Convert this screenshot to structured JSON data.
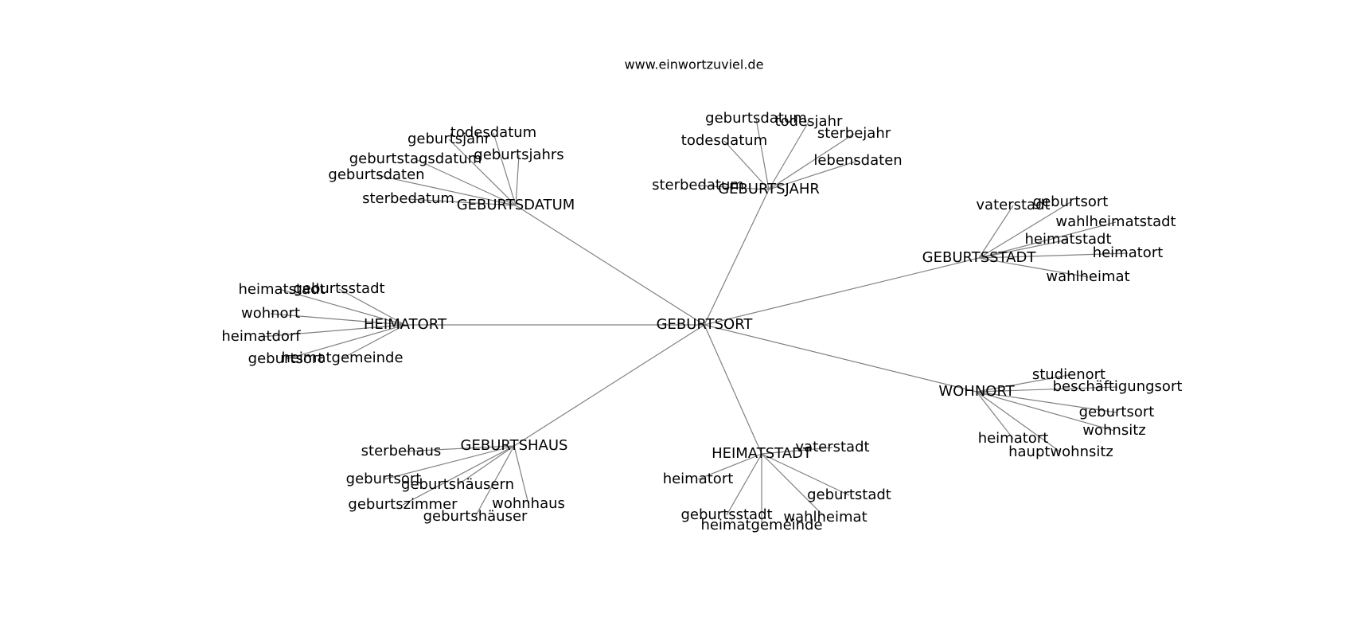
{
  "source": "www.einwortzuviel.de",
  "root": "GEBURTSORT",
  "groups": [
    {
      "name": "GEBURTSDATUM",
      "children": [
        "todesdatum",
        "geburtsjahr",
        "geburtsjahrs",
        "geburtstagsdatum",
        "geburtsdaten",
        "sterbedatum"
      ]
    },
    {
      "name": "GEBURTSJAHR",
      "children": [
        "geburtsdatum",
        "todesjahr",
        "sterbejahr",
        "todesdatum",
        "lebensdaten",
        "sterbedatum"
      ]
    },
    {
      "name": "GEBURTSSTADT",
      "children": [
        "vaterstadt",
        "geburtsort",
        "wahlheimatstadt",
        "heimatstadt",
        "heimatort",
        "wahlheimat"
      ]
    },
    {
      "name": "HEIMATORT",
      "children": [
        "heimatstadt",
        "geburtsstadt",
        "wohnort",
        "heimatdorf",
        "geburtsort",
        "heimatgemeinde"
      ]
    },
    {
      "name": "WOHNORT",
      "children": [
        "studienort",
        "beschäftigungsort",
        "geburtsort",
        "wohnsitz",
        "heimatort",
        "hauptwohnsitz"
      ]
    },
    {
      "name": "GEBURTSHAUS",
      "children": [
        "sterbehaus",
        "geburtsort",
        "geburtshäusern",
        "geburtszimmer",
        "wohnhaus",
        "geburtshäuser"
      ]
    },
    {
      "name": "HEIMATSTADT",
      "children": [
        "vaterstadt",
        "heimatort",
        "geburtstadt",
        "geburtsstadt",
        "wahlheimat",
        "heimatgemeinde"
      ]
    }
  ]
}
